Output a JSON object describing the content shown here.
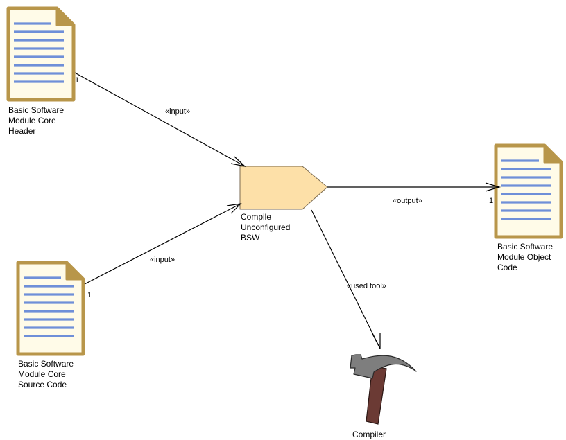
{
  "nodes": {
    "header_doc": {
      "label": "Basic Software\nModule Core\nHeader",
      "multiplicity": "1"
    },
    "source_doc": {
      "label": "Basic Software\nModule Core\nSource Code",
      "multiplicity": "1"
    },
    "task": {
      "label": "Compile\nUnconfigured\nBSW"
    },
    "object_doc": {
      "label": "Basic Software\nModule Object\nCode",
      "multiplicity": "1"
    },
    "compiler": {
      "label": "Compiler"
    }
  },
  "edges": {
    "header_to_task": "«input»",
    "source_to_task": "«input»",
    "task_to_object": "«output»",
    "task_to_compiler": "«used tool»"
  },
  "colors": {
    "doc_border": "#b8964a",
    "doc_fill": "#fffbe8",
    "doc_lines": "#6f8fd8",
    "task_fill": "#fde0a8",
    "task_border": "#7a6a50",
    "hammer_head": "#7e7e7e",
    "hammer_handle": "#6b3a34"
  }
}
